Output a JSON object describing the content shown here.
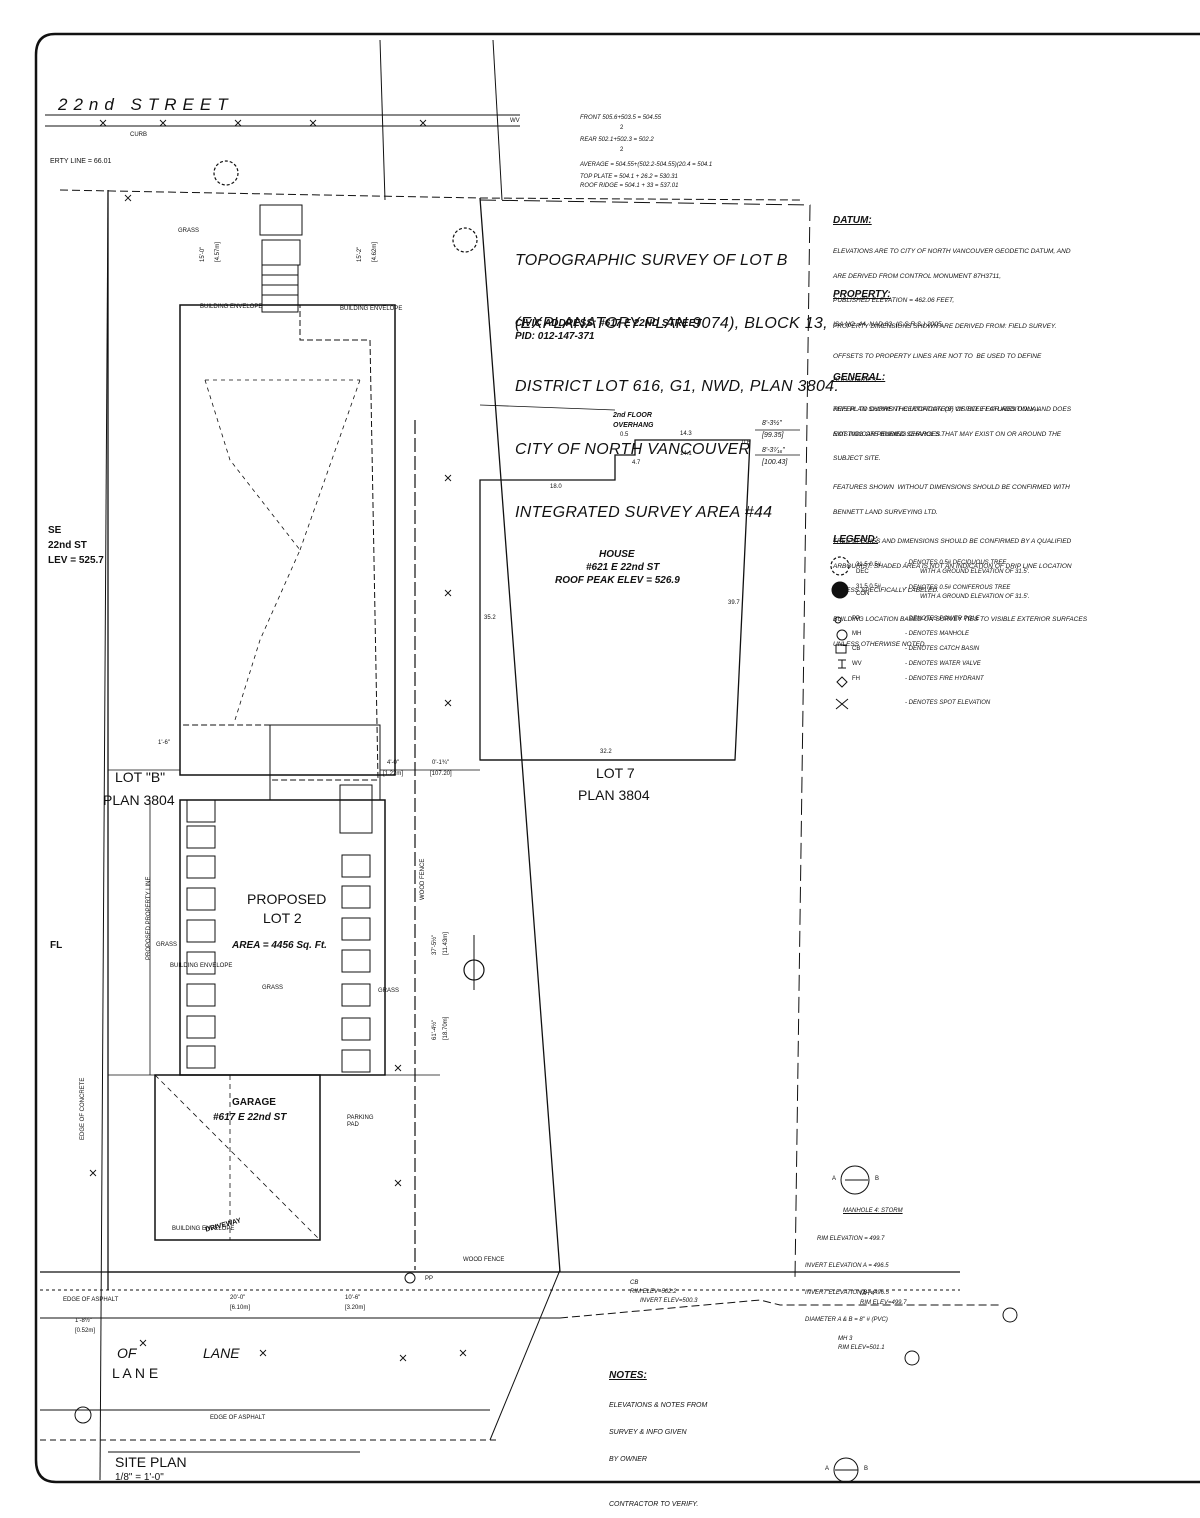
{
  "street": {
    "name": "22nd STREET",
    "curb": "CURB",
    "property_line": "ERTY LINE = 66.01"
  },
  "calc": {
    "front": "FRONT 505.6+503.5 = 504.55",
    "front_den": "2",
    "rear": "REAR 502.1+502.3 = 502.2",
    "rear_den": "2",
    "avg": "AVERAGE = 504.55+(502.2-504.55)(20.4 = 504.1",
    "top_plate": "TOP PLATE = 504.1 + 26.2 = 530.31",
    "roof_ridge": "ROOF RIDGE = 504.1 + 33 = 537.01"
  },
  "title_block": {
    "lines": [
      "TOPOGRAPHIC SURVEY OF LOT B",
      "(EXPLANATORY PLAN 9074), BLOCK 13,",
      "DISTRICT LOT 616, G1, NWD, PLAN 3804.",
      "CITY OF NORTH VANCOUVER",
      "INTEGRATED SURVEY AREA #44"
    ],
    "civic": "CIVIC ADDRESS: #617 E 22ND STREET",
    "pid": "PID: 012-147-371"
  },
  "datum": {
    "heading": "DATUM:",
    "lines": [
      "ELEVATIONS ARE TO CITY OF NORTH VANCOUVER GEODETIC DATUM, AND",
      "ARE DERIVED FROM CONTROL MONUMENT 87H3711,",
      "PUBLISHED ELEVATION = 462.06 FEET,",
      "ISA NO. 44, NAD 83, (C.S.R.S.) 2005."
    ]
  },
  "property": {
    "heading": "PROPERTY:",
    "lines": [
      "PROPERTY DIMENSIONS SHOWN ARE DERIVED FROM: FIELD SURVEY.",
      "OFFSETS TO PROPERTY LINES ARE NOT TO  BE USED TO DEFINE",
      "BOUNDARIES",
      "REFER  TO CURRENT CERTIFICATE(S) OF TITLE FOR ADDITIONAL",
      "EXISTING OR PENDING CHARGES."
    ]
  },
  "general": {
    "heading": "GENERAL:",
    "lines": [
      "THIS PLAN SHOWS THE LOCATION OF VISIBLE FEATURES ONLY, AND DOES",
      "NOT INDICATE BURIED SERVICES THAT MAY EXIST ON OR AROUND THE",
      "SUBJECT SITE.",
      "FEATURES SHOWN  WITHOUT DIMENSIONS SHOULD BE CONFIRMED WITH",
      "BENNETT LAND SURVEYING LTD.",
      "TREE SPECIES AND DIMENSIONS SHOULD BE CONFIRMED BY A QUALIFIED",
      "ARBOURIST. SHADED AREA IS NOT AN INDICATION OF DRIP LINE LOCATION",
      "UNLESS SPECIFICALLY LABELED.",
      "BUILDING LOCATION BASED ON SURVEY TIES TO VISIBLE EXTERIOR SURFACES",
      "UNLESS OTHERWISE NOTED."
    ]
  },
  "legend": {
    "heading": "LEGEND:",
    "items": [
      {
        "sym": "31.5 0.5# DEC",
        "text": "- DENOTES 0.5# DECIDUOUS TREE",
        "text2": "WITH A GROUND ELEVATION OF 31.5'."
      },
      {
        "sym": "31.5 0.5# CON",
        "text": "- DENOTES 0.5# CONIFEROUS TREE",
        "text2": "WITH A GROUND ELEVATION OF 31.5'."
      },
      {
        "sym": "PP",
        "text": "- DENOTES POWER POLE"
      },
      {
        "sym": "MH",
        "text": "- DENOTES MANHOLE"
      },
      {
        "sym": "CB",
        "text": "- DENOTES CATCH BASIN"
      },
      {
        "sym": "WV",
        "text": "- DENOTES WATER VALVE"
      },
      {
        "sym": "FH",
        "text": "- DENOTES FIRE HYDRANT"
      },
      {
        "sym": "",
        "text": "- DENOTES SPOT ELEVATION"
      }
    ]
  },
  "house": {
    "label": "HOUSE",
    "addr": "#621 E 22nd ST",
    "roof": "ROOF PEAK ELEV = 526.9",
    "overhang": "2nd FLOOR",
    "overhang2": "OVERHANG",
    "dims": {
      "d143": "14.3",
      "d141": "14.1",
      "d18": "18.0",
      "d47": "4.7",
      "d05a": "0.5",
      "d05b": "0.6",
      "d352": "35.2",
      "d397": "39.7",
      "d322": "32.2"
    },
    "setback1": "8'-3½\"",
    "setback1m": "[99.35]",
    "setback2": "8'-3⁷⁄₁₆\"",
    "setback2m": "[100.43]"
  },
  "lot7": {
    "line1": "LOT 7",
    "line2": "PLAN 3804"
  },
  "lotb": {
    "line1": "LOT \"B\"",
    "line2": "PLAN 3804"
  },
  "proposed": {
    "line1": "PROPOSED",
    "line2": "LOT 2",
    "area": "AREA = 4456 Sq. Ft."
  },
  "garage": {
    "line1": "GARAGE",
    "line2": "#617 E 22nd ST",
    "parking": "PARKING PAD"
  },
  "neighbour_left": {
    "line1": "SE",
    "line2": "22nd ST",
    "line3": "LEV = 525.7",
    "fl": "FL"
  },
  "misc": {
    "grass": "GRASS",
    "building_envelope": "BUILDING ENVELOPE",
    "wood_fence": "WOOD FENCE",
    "edge_concrete": "EDGE OF CONCRETE",
    "edge_asphalt": "EDGE OF ASPHALT",
    "proposed_pl": "PROPOSED PROPERTY LINE",
    "driveway": "DRIVEWAY",
    "wv": "WV",
    "pp": "PP"
  },
  "utilities": {
    "cb": "CB",
    "cb_rim": "RIM ELEV=502.2",
    "cb_invert": "INVERT ELEV=500.3",
    "mh4": "MH 4",
    "mh4_rim": "RIM ELEV=499.7",
    "mh3": "MH 3",
    "mh3_rim": "RIM ELEV=501.1",
    "manhole_title": "MANHOLE 4: STORM",
    "manhole_lines": [
      "RIM ELEVATION = 499.7",
      "INVERT ELEVATION A = 496.5",
      "INVERT ELEVATION B = 496.5",
      "DIAMETER A & B = 8\" # (PVC)"
    ],
    "a": "A",
    "b": "B"
  },
  "lane": {
    "of": "OF",
    "lane": "LANE",
    "lane2": "L A N E"
  },
  "notes": {
    "heading": "NOTES:",
    "lines": [
      "ELEVATIONS & NOTES FROM",
      "SURVEY & INFO GIVEN",
      "BY OWNER",
      "",
      "CONTRACTOR TO VERIFY."
    ]
  },
  "site_plan": {
    "title": "SITE PLAN",
    "scale": "1/8\" = 1'-0\""
  },
  "dims_left": {
    "d1": "15'-0\"",
    "d2": "[4.57m]",
    "d3": "15'-2\"",
    "d4": "[4.62m]",
    "d5": "1'-6\"",
    "d6": "4'-0\"",
    "d7": "[1.22m]",
    "d8": "0'-1¾\"",
    "d9": "[107.20]",
    "d10": "37'-5½\"",
    "d11": "[11.43m]",
    "d12": "61'-4½\"",
    "d13": "[18.70m]",
    "d14": "20'-0\"",
    "d15": "[6.10m]",
    "d16": "10'-6\"",
    "d17": "[3.20m]",
    "d18": "1'-8½\"",
    "d19": "[0.52m]"
  }
}
